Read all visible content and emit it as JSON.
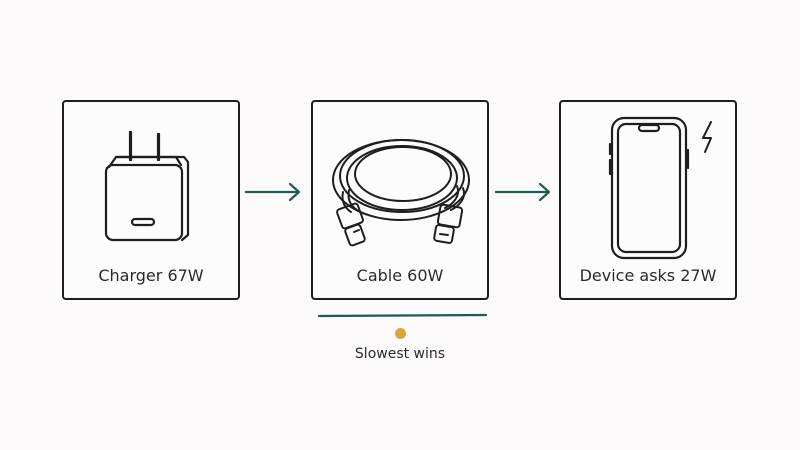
{
  "colors": {
    "stroke": "#1e1e1e",
    "arrow": "#1f5a5a",
    "accent_dot": "#d9a53c",
    "background": "#fcfafa"
  },
  "nodes": [
    {
      "label": "Charger 67W",
      "icon": "wall-charger-icon"
    },
    {
      "label": "Cable 60W",
      "icon": "usb-c-cable-icon"
    },
    {
      "label": "Device asks 27W",
      "icon": "smartphone-icon",
      "badge_icon": "lightning-bolt-icon"
    }
  ],
  "caption": "Slowest wins"
}
